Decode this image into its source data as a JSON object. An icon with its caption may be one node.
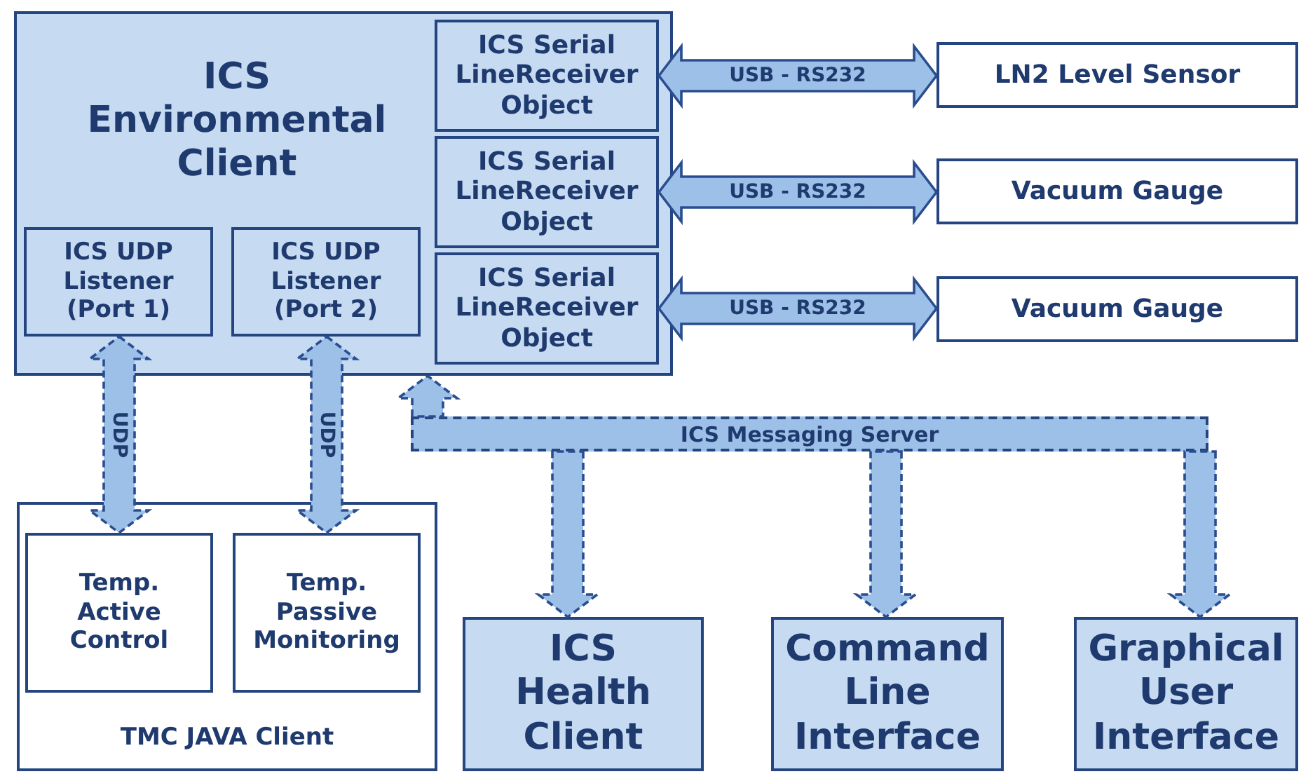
{
  "diagram": {
    "nodes": [
      {
        "text": [
          "ICS Environmental Client"
        ]
      },
      {
        "text": [
          "ICS UDP Listener (Port 1)"
        ],
        "in": 0
      },
      {
        "text": [
          "ICS UDP Listener (Port 2)"
        ],
        "in": 0
      },
      {
        "text": [
          "ICS Serial LineReceiver Object"
        ],
        "in": 0
      },
      {
        "text": [
          "ICS Serial LineReceiver Object"
        ],
        "in": 0
      },
      {
        "text": [
          "ICS Serial LineReceiver Object"
        ],
        "in": 0
      },
      {
        "text": [
          "LN2 Level Sensor"
        ]
      },
      {
        "text": [
          "Vacuum Gauge"
        ]
      },
      {
        "text": [
          "Vacuum Gauge"
        ]
      },
      {
        "text": [
          "ICS Messaging Server"
        ]
      },
      {
        "text": [
          "TMC JAVA Client"
        ]
      },
      {
        "text": [
          "Temp. Active Control"
        ],
        "in": 10
      },
      {
        "text": [
          "Temp. Passive Monitoring"
        ],
        "in": 10
      },
      {
        "text": [
          "ICS Health Client"
        ]
      },
      {
        "text": [
          "Command Line Interface"
        ]
      },
      {
        "text": [
          "Graphical User Interface"
        ]
      }
    ],
    "edges": [
      {
        "from": 3,
        "to": 6,
        "arrow": "both",
        "label": "USB - RS232"
      },
      {
        "from": 4,
        "to": 7,
        "arrow": "both",
        "label": "USB - RS232"
      },
      {
        "from": 5,
        "to": 8,
        "arrow": "both",
        "label": "USB - RS232"
      },
      {
        "from": 1,
        "to": 11,
        "arrow": "both",
        "label": "UDP",
        "style": "dashed"
      },
      {
        "from": 2,
        "to": 12,
        "arrow": "both",
        "label": "UDP",
        "style": "dashed"
      },
      {
        "from": 9,
        "to": 0,
        "arrow": "to",
        "style": "dashed"
      },
      {
        "from": 9,
        "to": 13,
        "arrow": "to",
        "style": "dashed"
      },
      {
        "from": 9,
        "to": 14,
        "arrow": "to",
        "style": "dashed"
      },
      {
        "from": 9,
        "to": 15,
        "arrow": "to",
        "style": "dashed"
      }
    ]
  }
}
